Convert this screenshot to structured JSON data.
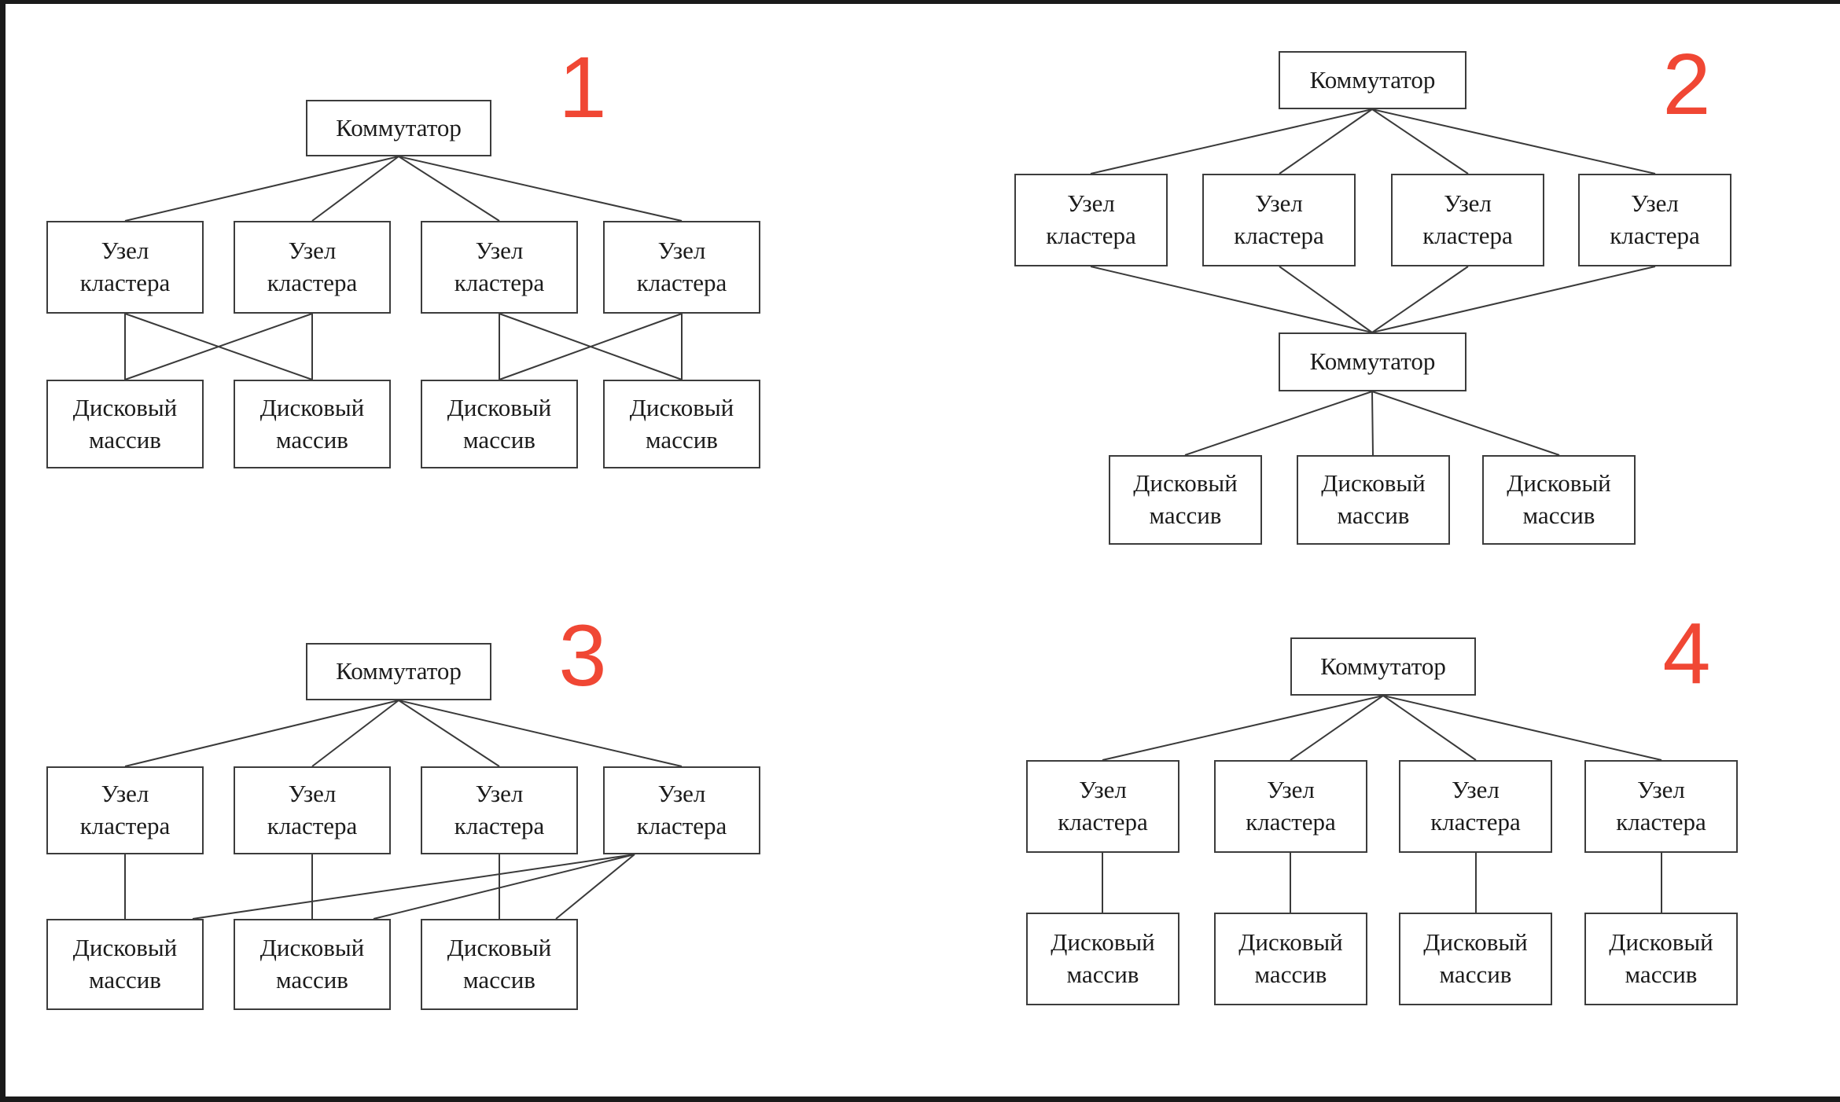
{
  "labels": {
    "switch": "Коммутатор",
    "node_line1": "Узел",
    "node_line2": "кластера",
    "array_line1": "Дисковый",
    "array_line2": "массив"
  },
  "diagrams": [
    {
      "number": "1"
    },
    {
      "number": "2"
    },
    {
      "number": "3"
    },
    {
      "number": "4"
    }
  ],
  "colors": {
    "number": "#f04734",
    "line": "#3a3a3a",
    "box_border": "#3c3c3c"
  }
}
